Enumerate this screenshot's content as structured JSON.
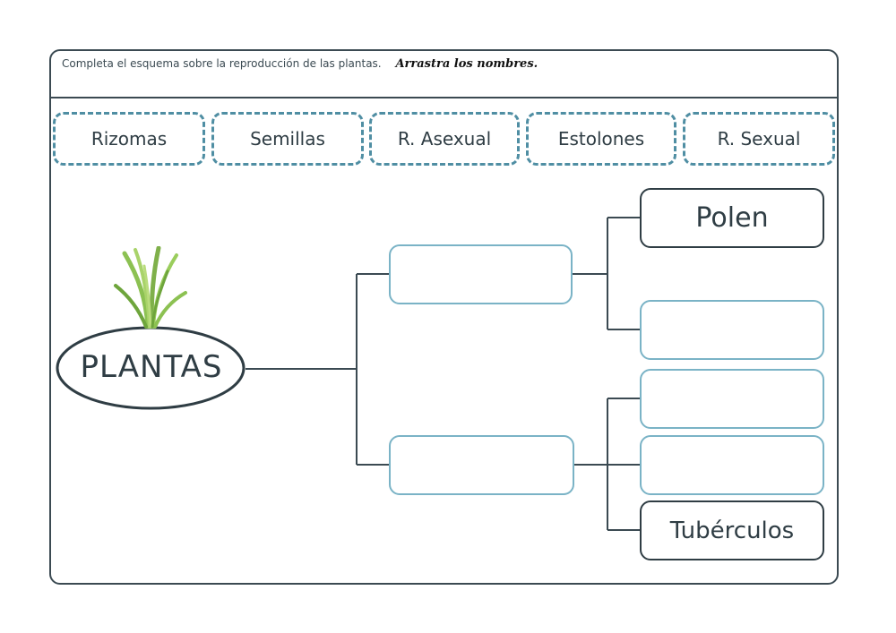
{
  "instructions": {
    "text": "Completa el esquema sobre la reproducción de las plantas.",
    "emphasis": "Arrastra los nombres."
  },
  "chips": [
    {
      "label": "Rizomas"
    },
    {
      "label": "Semillas"
    },
    {
      "label": "R. Asexual"
    },
    {
      "label": "Estolones"
    },
    {
      "label": "R. Sexual"
    }
  ],
  "diagram": {
    "root": "PLANTAS",
    "fixed_labels": {
      "polen": "Polen",
      "tuberculos": "Tubérculos"
    }
  },
  "colors": {
    "border": "#3b4a52",
    "chip_border": "#4f8ea3",
    "slot_border": "#7ab3c6",
    "text": "#2f3d44",
    "grass": "#7fb04a"
  },
  "icons": {
    "plant": "grass-icon"
  }
}
